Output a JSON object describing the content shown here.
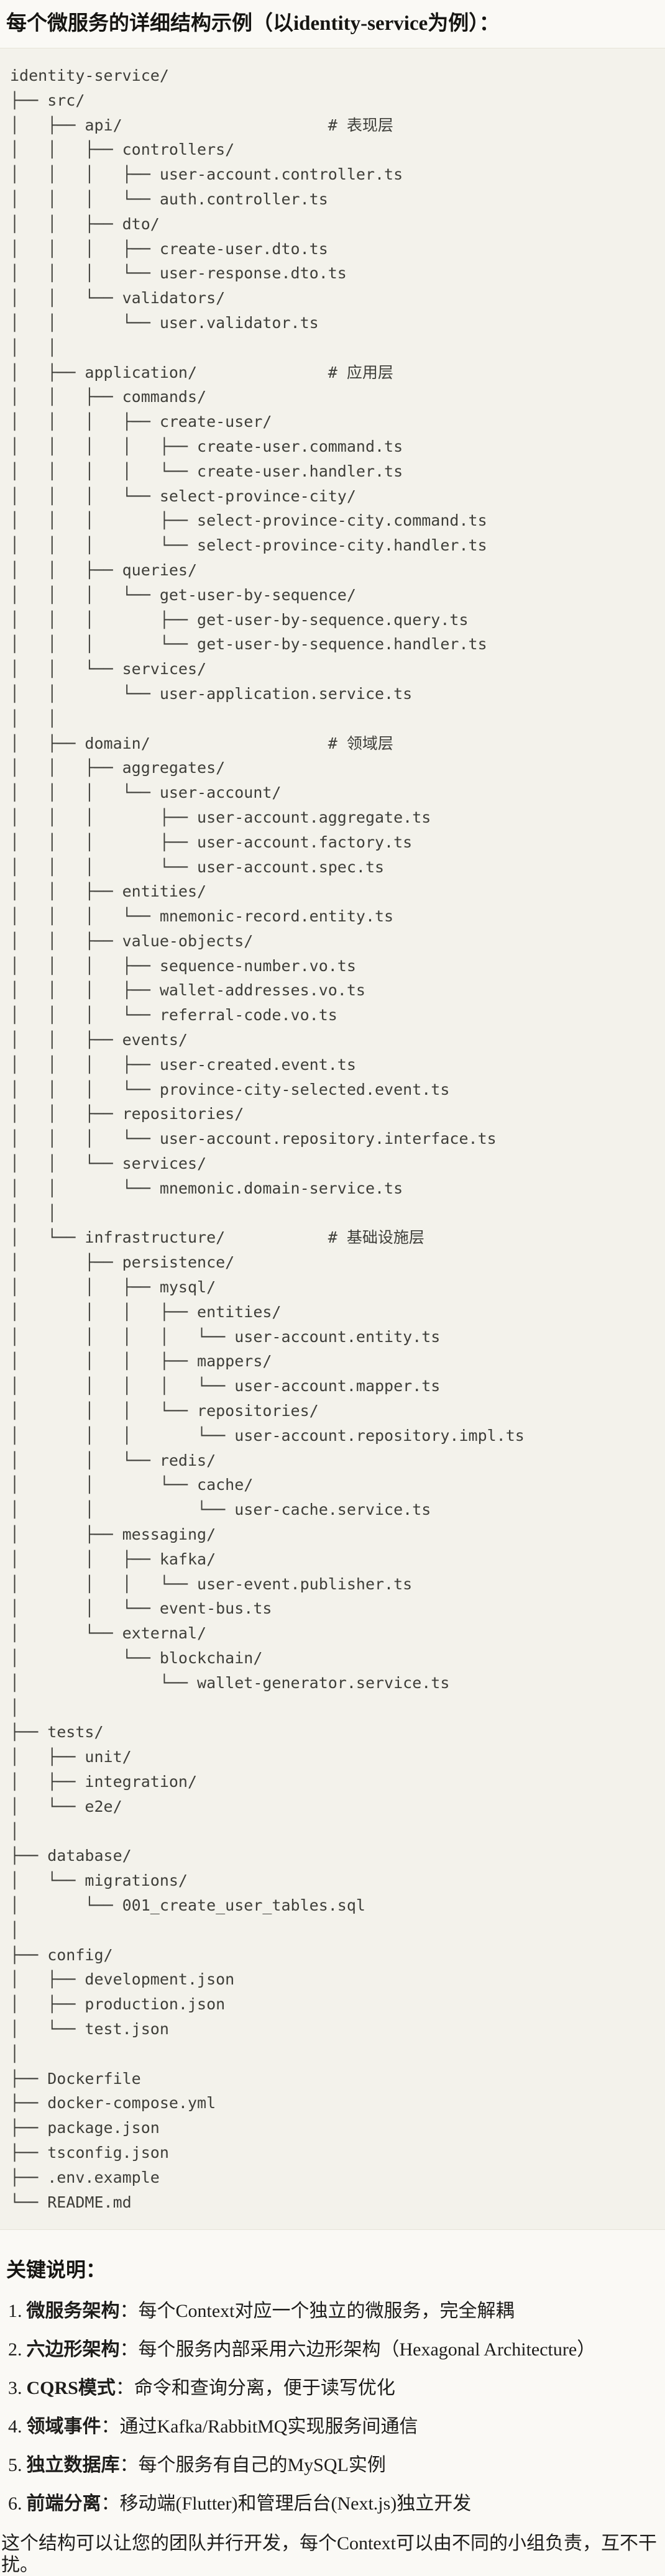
{
  "page": {
    "title": "每个微服务的详细结构示例（以identity-service为例）："
  },
  "code_block": {
    "background": "#F3F2EB",
    "border_color": "#E6E4D9",
    "text_color": "#3E3E39",
    "tree_lines": [
      "identity-service/",
      "├── src/",
      "│   ├── api/                      # 表现层",
      "│   │   ├── controllers/",
      "│   │   │   ├── user-account.controller.ts",
      "│   │   │   └── auth.controller.ts",
      "│   │   ├── dto/",
      "│   │   │   ├── create-user.dto.ts",
      "│   │   │   └── user-response.dto.ts",
      "│   │   └── validators/",
      "│   │       └── user.validator.ts",
      "│   │",
      "│   ├── application/              # 应用层",
      "│   │   ├── commands/",
      "│   │   │   ├── create-user/",
      "│   │   │   │   ├── create-user.command.ts",
      "│   │   │   │   └── create-user.handler.ts",
      "│   │   │   └── select-province-city/",
      "│   │   │       ├── select-province-city.command.ts",
      "│   │   │       └── select-province-city.handler.ts",
      "│   │   ├── queries/",
      "│   │   │   └── get-user-by-sequence/",
      "│   │   │       ├── get-user-by-sequence.query.ts",
      "│   │   │       └── get-user-by-sequence.handler.ts",
      "│   │   └── services/",
      "│   │       └── user-application.service.ts",
      "│   │",
      "│   ├── domain/                   # 领域层",
      "│   │   ├── aggregates/",
      "│   │   │   └── user-account/",
      "│   │   │       ├── user-account.aggregate.ts",
      "│   │   │       ├── user-account.factory.ts",
      "│   │   │       └── user-account.spec.ts",
      "│   │   ├── entities/",
      "│   │   │   └── mnemonic-record.entity.ts",
      "│   │   ├── value-objects/",
      "│   │   │   ├── sequence-number.vo.ts",
      "│   │   │   ├── wallet-addresses.vo.ts",
      "│   │   │   └── referral-code.vo.ts",
      "│   │   ├── events/",
      "│   │   │   ├── user-created.event.ts",
      "│   │   │   └── province-city-selected.event.ts",
      "│   │   ├── repositories/",
      "│   │   │   └── user-account.repository.interface.ts",
      "│   │   └── services/",
      "│   │       └── mnemonic.domain-service.ts",
      "│   │",
      "│   └── infrastructure/           # 基础设施层",
      "│       ├── persistence/",
      "│       │   ├── mysql/",
      "│       │   │   ├── entities/",
      "│       │   │   │   └── user-account.entity.ts",
      "│       │   │   ├── mappers/",
      "│       │   │   │   └── user-account.mapper.ts",
      "│       │   │   └── repositories/",
      "│       │   │       └── user-account.repository.impl.ts",
      "│       │   └── redis/",
      "│       │       └── cache/",
      "│       │           └── user-cache.service.ts",
      "│       ├── messaging/",
      "│       │   ├── kafka/",
      "│       │   │   └── user-event.publisher.ts",
      "│       │   └── event-bus.ts",
      "│       └── external/",
      "│           └── blockchain/",
      "│               └── wallet-generator.service.ts",
      "│",
      "├── tests/",
      "│   ├── unit/",
      "│   ├── integration/",
      "│   └── e2e/",
      "│",
      "├── database/",
      "│   └── migrations/",
      "│       └── 001_create_user_tables.sql",
      "│",
      "├── config/",
      "│   ├── development.json",
      "│   ├── production.json",
      "│   └── test.json",
      "│",
      "├── Dockerfile",
      "├── docker-compose.yml",
      "├── package.json",
      "├── tsconfig.json",
      "├── .env.example",
      "└── README.md"
    ]
  },
  "notes": {
    "title": "关键说明：",
    "items": [
      {
        "num": "1.",
        "term": "微服务架构",
        "rest": "：每个Context对应一个独立的微服务，完全解耦"
      },
      {
        "num": "2.",
        "term": "六边形架构",
        "rest": "：每个服务内部采用六边形架构（Hexagonal Architecture）"
      },
      {
        "num": "3.",
        "term": "CQRS模式",
        "rest": "：命令和查询分离，便于读写优化"
      },
      {
        "num": "4.",
        "term": "领域事件",
        "rest": "：通过Kafka/RabbitMQ实现服务间通信"
      },
      {
        "num": "5.",
        "term": "独立数据库",
        "rest": "：每个服务有自己的MySQL实例"
      },
      {
        "num": "6.",
        "term": "前端分离",
        "rest": "：移动端(Flutter)和管理后台(Next.js)独立开发"
      }
    ],
    "footer": "这个结构可以让您的团队并行开发，每个Context可以由不同的小组负责，互不干扰。"
  }
}
